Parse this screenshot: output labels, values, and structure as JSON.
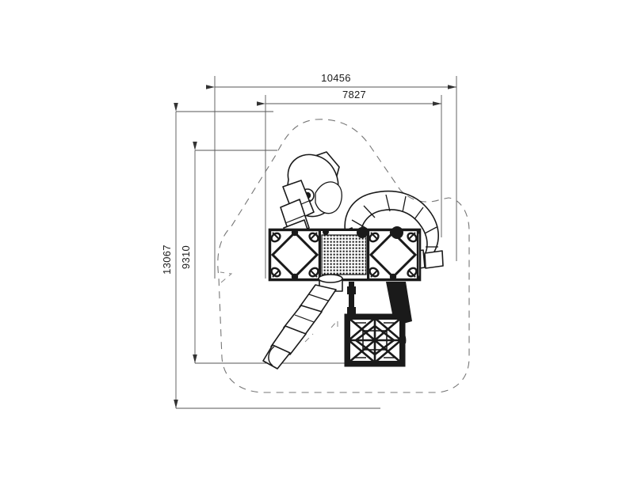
{
  "drawing": {
    "type": "cad-plan-view",
    "subject": "playground-structure-top-view",
    "background_color": "#ffffff",
    "line_color": "#1a1a1a",
    "dim_line_color": "#555555",
    "safety_zone_color": "#777777"
  },
  "dimensions": {
    "overall_width": {
      "value": "10456",
      "orientation": "horizontal",
      "position": "top-outer"
    },
    "inner_width": {
      "value": "7827",
      "orientation": "horizontal",
      "position": "top-inner"
    },
    "overall_height": {
      "value": "13067",
      "orientation": "vertical-rotated",
      "position": "left-outer"
    },
    "inner_height": {
      "value": "9310",
      "orientation": "vertical-rotated",
      "position": "left-inner"
    }
  },
  "components": {
    "safety_zone": "dashed-impact-area-boundary",
    "deck_left": "diamond-braced-square-deck",
    "deck_right": "diamond-braced-square-deck",
    "bridge_deck": "perforated-mesh-bridge-deck",
    "spiral_slide": "upper-left-spiral-tube-slide",
    "loop_slide": "right-u-loop-tube-slide",
    "straight_slide": "lower-left-diagonal-tube-slide",
    "climber_tower": "lower-right-diamond-climber-tower"
  }
}
